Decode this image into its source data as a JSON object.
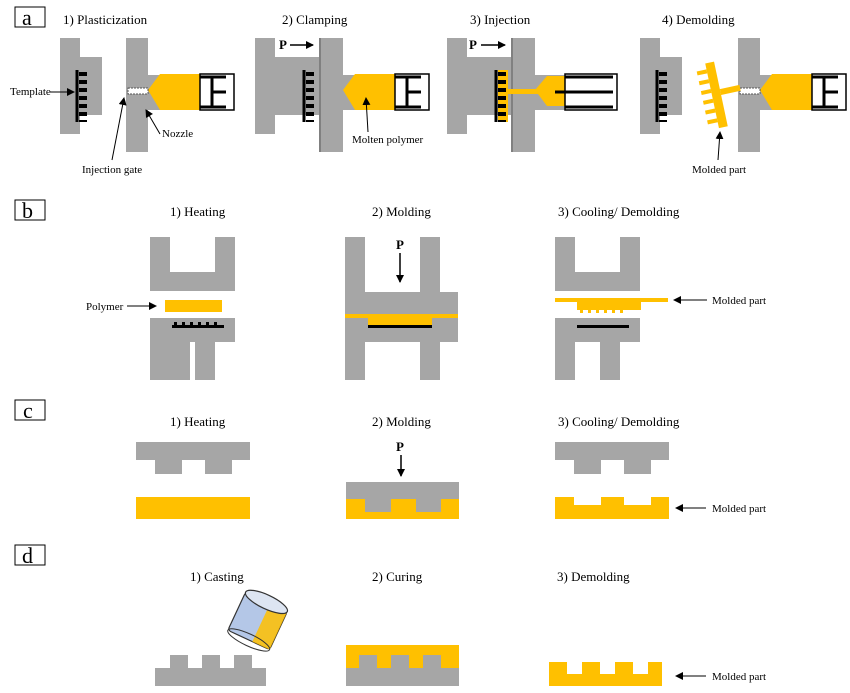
{
  "colors": {
    "mold": "#a6a6a6",
    "polymer": "#ffc000",
    "tool": "#000000"
  },
  "panels": [
    {
      "label": "a",
      "steps": [
        "1) Plasticization",
        "2) Clamping",
        "3) Injection",
        "4) Demolding"
      ]
    },
    {
      "label": "b",
      "steps": [
        "1) Heating",
        "2) Molding",
        "3) Cooling/  Demolding"
      ]
    },
    {
      "label": "c",
      "steps": [
        "1) Heating",
        "2) Molding",
        "3) Cooling/  Demolding"
      ]
    },
    {
      "label": "d",
      "steps": [
        "1) Casting",
        "2) Curing",
        "3) Demolding"
      ]
    }
  ],
  "annotations": {
    "template": "Template",
    "nozzle": "Nozzle",
    "injection_gate": "Injection gate",
    "molten_polymer": "Molten polymer",
    "molded_part": "Molded part",
    "polymer": "Polymer",
    "pressure": "P"
  }
}
